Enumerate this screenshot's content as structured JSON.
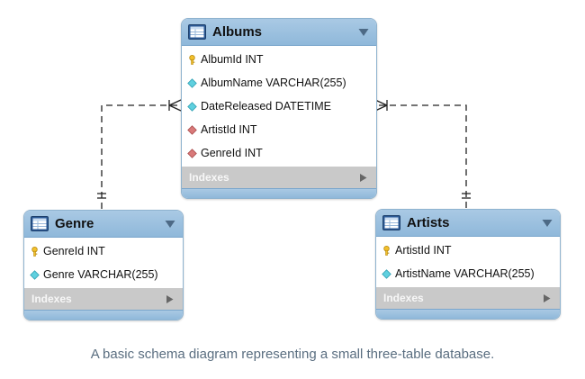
{
  "diagram": {
    "caption": "A basic schema diagram representing a small three-table database.",
    "colors": {
      "header": "#9fc3e3",
      "indexes_bar": "#c9c9c9",
      "primary_key": "#f2c02c",
      "column": "#5fd0df",
      "foreign_key": "#d97a7a",
      "connector": "#222222",
      "caption": "#5a6e80"
    },
    "entities": {
      "albums": {
        "title": "Albums",
        "indexes_label": "Indexes",
        "columns": [
          {
            "text": "AlbumId INT",
            "icon": "primary-key-icon"
          },
          {
            "text": "AlbumName VARCHAR(255)",
            "icon": "column-diamond-icon"
          },
          {
            "text": "DateReleased DATETIME",
            "icon": "column-diamond-icon"
          },
          {
            "text": "ArtistId INT",
            "icon": "foreign-key-diamond-icon"
          },
          {
            "text": "GenreId INT",
            "icon": "foreign-key-diamond-icon"
          }
        ]
      },
      "genre": {
        "title": "Genre",
        "indexes_label": "Indexes",
        "columns": [
          {
            "text": "GenreId INT",
            "icon": "primary-key-icon"
          },
          {
            "text": "Genre VARCHAR(255)",
            "icon": "column-diamond-icon"
          }
        ]
      },
      "artists": {
        "title": "Artists",
        "indexes_label": "Indexes",
        "columns": [
          {
            "text": "ArtistId INT",
            "icon": "primary-key-icon"
          },
          {
            "text": "ArtistName VARCHAR(255)",
            "icon": "column-diamond-icon"
          }
        ]
      }
    },
    "relationships": [
      {
        "from": "genre",
        "to": "albums",
        "from_cardinality": "one",
        "to_cardinality": "many",
        "style": "dashed"
      },
      {
        "from": "artists",
        "to": "albums",
        "from_cardinality": "one",
        "to_cardinality": "many",
        "style": "dashed"
      }
    ]
  }
}
